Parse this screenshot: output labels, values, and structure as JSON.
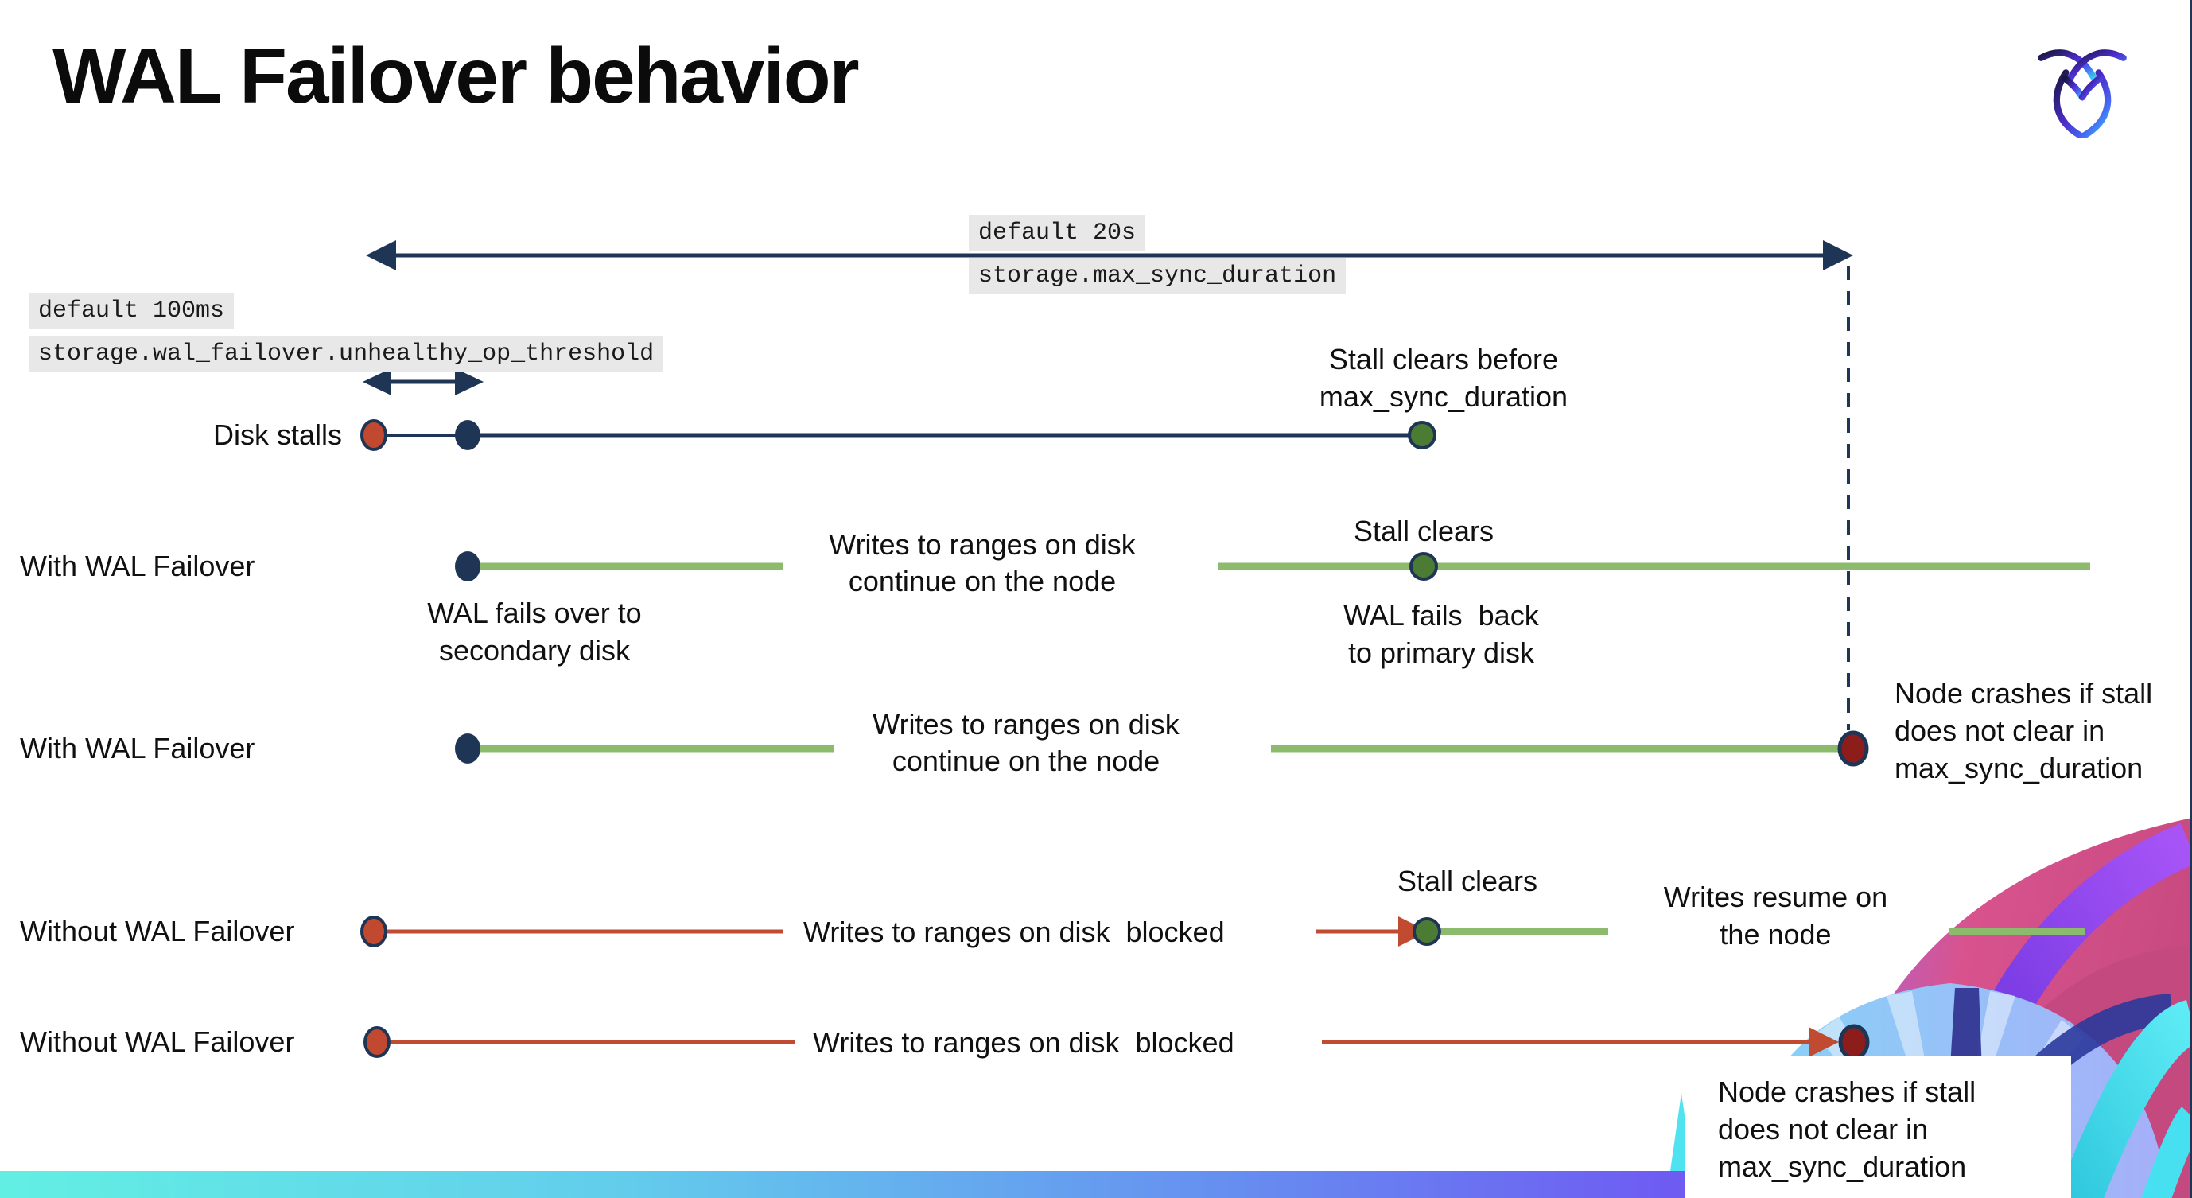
{
  "title": "WAL Failover behavior",
  "config_labels": {
    "max_sync_duration": {
      "default": "default 20s",
      "setting": "storage.max_sync_duration"
    },
    "unhealthy_op_threshold": {
      "default": "default 100ms",
      "setting": "storage.wal_failover.unhealthy_op_threshold"
    }
  },
  "rows": {
    "disk_stalls": {
      "label": "Disk stalls",
      "stall_note": "Stall clears before\nmax_sync_duration"
    },
    "with_failover_1": {
      "label": "With WAL Failover",
      "failover_note": "WAL fails over to\nsecondary disk",
      "writes_note": "Writes to ranges on disk\ncontinue on the node",
      "stall_note": "Stall clears",
      "failback_note": "WAL fails  back\nto primary disk"
    },
    "with_failover_2": {
      "label": "With WAL Failover",
      "writes_note": "Writes to ranges on disk\ncontinue on the node",
      "crash_note": "Node crashes if stall\ndoes not clear in\nmax_sync_duration"
    },
    "without_failover_1": {
      "label": "Without WAL Failover",
      "writes_note": "Writes to ranges on disk  blocked",
      "stall_note": "Stall clears",
      "resume_note": "Writes resume on\nthe node"
    },
    "without_failover_2": {
      "label": "Without WAL Failover",
      "writes_note": "Writes to ranges on disk  blocked",
      "crash_note": "Node crashes if stall\ndoes not clear in\nmax_sync_duration"
    }
  },
  "colors": {
    "navy": "#1F3556",
    "green_line": "#8CBB6E",
    "green_dot": "#4C7C33",
    "red_line": "#C04B30",
    "red_dot": "#C0492F",
    "crash_dot": "#8C1D1B",
    "code_chip_bg": "#E8E8E8",
    "footer_gradient_start": "#62EFE3",
    "footer_gradient_end": "#8733D6"
  }
}
